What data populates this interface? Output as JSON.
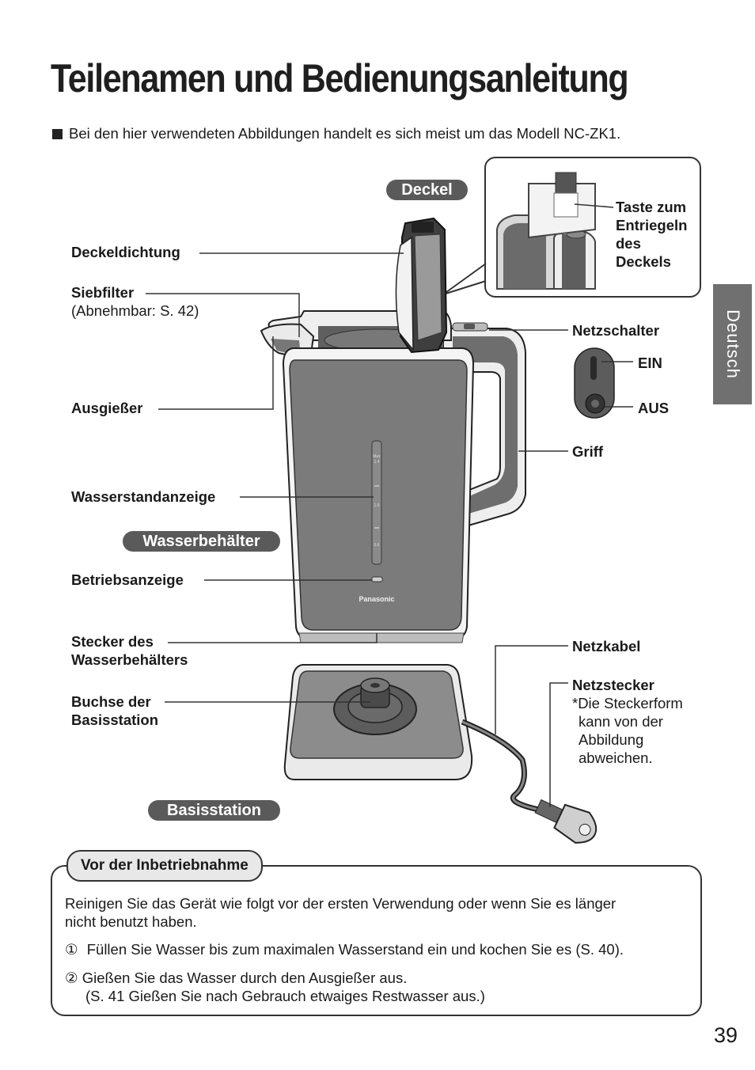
{
  "title": "Teilenamen und Bedienungsanleitung",
  "intro": "Bei den hier verwendeten Abbildungen handelt es sich meist um das Modell NC-ZK1.",
  "side_tab": "Deutsch",
  "section_labels": {
    "lid": "Deckel",
    "container": "Wasserbehälter",
    "base": "Basisstation"
  },
  "parts": {
    "lid_seal": "Deckeldichtung",
    "filter": "Siebfilter",
    "filter_note": "(Abnehmbar: S. 42)",
    "spout": "Ausgießer",
    "water_gauge": "Wasserstandanzeige",
    "indicator": "Betriebsanzeige",
    "container_plug_line1": "Stecker des",
    "container_plug_line2": "Wasserbehälters",
    "base_socket_line1": "Buchse der",
    "base_socket_line2": "Basisstation",
    "lid_release_line1": "Taste zum",
    "lid_release_line2": "Entriegeln",
    "lid_release_line3": "des",
    "lid_release_line4": "Deckels",
    "power_switch": "Netzschalter",
    "switch_on": "EIN",
    "switch_off": "AUS",
    "handle": "Griff",
    "power_cord": "Netzkabel",
    "plug": "Netzstecker",
    "plug_note_line1": "*Die Steckerform",
    "plug_note_line2": "kann von der",
    "plug_note_line3": "Abbildung",
    "plug_note_line4": "abweichen."
  },
  "kettle_marks": {
    "brand": "Panasonic",
    "max": "Max",
    "max_value": "1.4",
    "mid_value": "1.0",
    "low_value": "0.6"
  },
  "before_use": {
    "heading": "Vor der Inbetriebnahme",
    "paragraph_line1": "Reinigen Sie das Gerät wie folgt vor der ersten Verwendung oder wenn Sie es länger",
    "paragraph_line2": "nicht benutzt haben.",
    "step1_marker": "①",
    "step1": "Füllen Sie Wasser bis zum maximalen Wasserstand ein und kochen Sie es (S. 40).",
    "step2_marker": "②",
    "step2_line1": "Gießen Sie das Wasser durch den Ausgießer aus.",
    "step2_line2": "(S. 41 Gießen Sie nach Gebrauch etwaiges Restwasser aus.)"
  },
  "page_number": "39"
}
